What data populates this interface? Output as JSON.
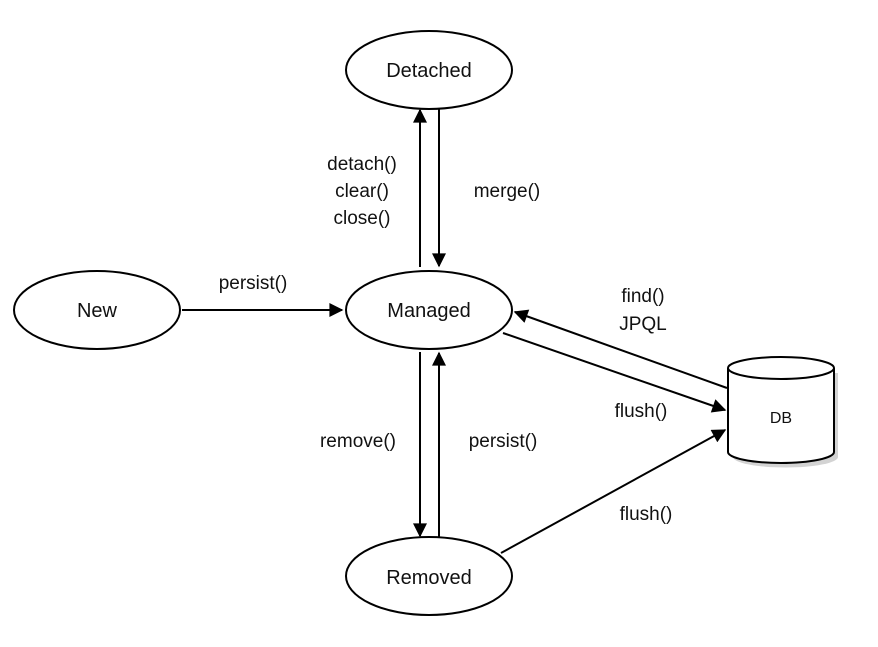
{
  "nodes": {
    "detached": "Detached",
    "new": "New",
    "managed": "Managed",
    "removed": "Removed",
    "db": "DB"
  },
  "edges": {
    "detach": [
      "detach()",
      "clear()",
      "close()"
    ],
    "merge": "merge()",
    "persist_new": "persist()",
    "find": [
      "find()",
      "JPQL"
    ],
    "flush_managed": "flush()",
    "remove": "remove()",
    "persist_removed": "persist()",
    "flush_removed": "flush()"
  }
}
